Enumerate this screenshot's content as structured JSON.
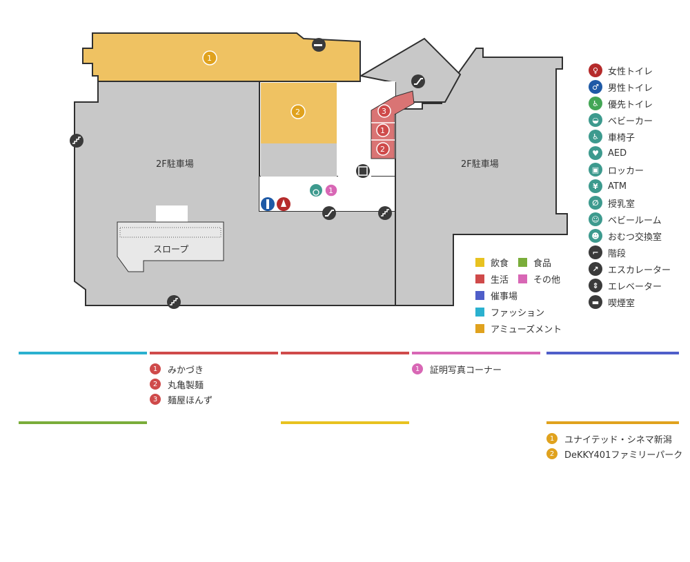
{
  "map": {
    "parking_left": "2F駐車場",
    "parking_right": "2F駐車場",
    "slope": "スロープ",
    "units": [
      {
        "num": "1",
        "category": "amusement"
      },
      {
        "num": "2",
        "category": "amusement"
      },
      {
        "num": "3",
        "category": "living"
      },
      {
        "num": "1",
        "category": "living"
      },
      {
        "num": "2",
        "category": "living"
      },
      {
        "num": "1",
        "category": "other"
      }
    ]
  },
  "colors": {
    "food": "#e8c220",
    "grocery": "#7aad3a",
    "living": "#cf4a4a",
    "living_area": "#d97474",
    "other": "#d867b5",
    "event": "#4f5ec9",
    "fashion": "#2bb1cf",
    "amusement": "#e0a21e",
    "amusement_area": "#efc262",
    "parking": "#c8c8c8",
    "icon_dark": "#3a3a3a",
    "icon_teal": "#3d9a8e",
    "icon_green": "#43a655",
    "icon_red": "#b52a2a",
    "icon_blue": "#1f5aa6"
  },
  "facility_legend": [
    {
      "icon": "female-toilet-icon",
      "label": "女性トイレ"
    },
    {
      "icon": "male-toilet-icon",
      "label": "男性トイレ"
    },
    {
      "icon": "priority-toilet-icon",
      "label": "優先トイレ"
    },
    {
      "icon": "stroller-icon",
      "label": "ベビーカー"
    },
    {
      "icon": "wheelchair-icon",
      "label": "車椅子"
    },
    {
      "icon": "aed-icon",
      "label": "AED"
    },
    {
      "icon": "locker-icon",
      "label": "ロッカー"
    },
    {
      "icon": "atm-icon",
      "label": "ATM"
    },
    {
      "icon": "nursing-room-icon",
      "label": "授乳室"
    },
    {
      "icon": "baby-room-icon",
      "label": "ベビールーム"
    },
    {
      "icon": "diaper-change-icon",
      "label": "おむつ交換室"
    },
    {
      "icon": "stairs-icon",
      "label": "階段"
    },
    {
      "icon": "escalator-icon",
      "label": "エスカレーター"
    },
    {
      "icon": "elevator-icon",
      "label": "エレベーター"
    },
    {
      "icon": "smoking-room-icon",
      "label": "喫煙室"
    }
  ],
  "category_legend": {
    "food": "飲食",
    "grocery": "食品",
    "living": "生活",
    "other": "その他",
    "event": "催事場",
    "fashion": "ファッション",
    "amusement": "アミューズメント"
  },
  "directory": {
    "living": [
      {
        "num": "1",
        "label": "みかづき"
      },
      {
        "num": "2",
        "label": "丸亀製麺"
      },
      {
        "num": "3",
        "label": "麺屋ほんず"
      }
    ],
    "other": [
      {
        "num": "1",
        "label": "証明写真コーナー"
      }
    ],
    "amusement": [
      {
        "num": "1",
        "label": "ユナイテッド・シネマ新潟"
      },
      {
        "num": "2",
        "label": "DeKKY401ファミリーパーク"
      }
    ]
  }
}
